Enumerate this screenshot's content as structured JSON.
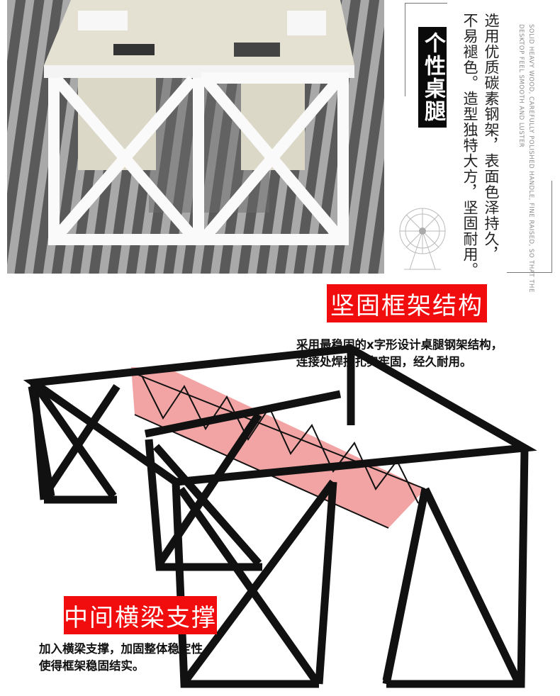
{
  "section1": {
    "title": "个性桌腿",
    "description_line1": "选用优质碳素钢架，表面色泽持久，",
    "description_line2": "不易褪色。造型独特大方，坚固耐用。",
    "english_line1": "SOLID HEAVY WOOD, CAREFULLY POLISHED HANDLE, FINE RAISED, SO THAT THE",
    "english_line2": "DESKTOP FEEL SMOOTH AND LUSTER"
  },
  "section2": {
    "title": "坚固框架结构",
    "description_line1": "采用最稳固的x字形设计桌腿钢架结构，",
    "description_line2": "连接处焊接扎实牢固，经久耐用。"
  },
  "section3": {
    "title": "中间横梁支撑",
    "description_line1": "加入横梁支撑，加固整体稳定性。",
    "description_line2": "使得框架稳固结实。"
  },
  "colors": {
    "accent": "#f10d0d",
    "frame": "#111111",
    "highlight": "#e85a5a"
  }
}
